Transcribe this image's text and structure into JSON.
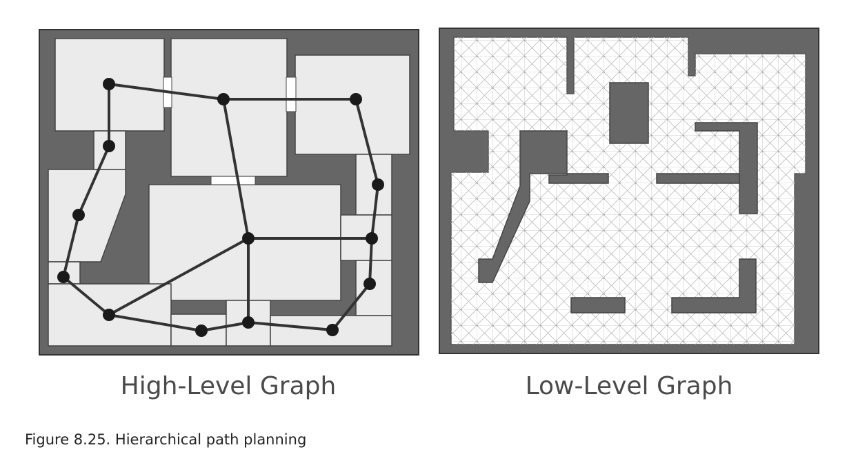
{
  "top_fragment": "",
  "panels": {
    "high": {
      "caption": "High-Level Graph"
    },
    "low": {
      "caption": "Low-Level Graph"
    }
  },
  "figure_caption": "Figure 8.25. Hierarchical path planning",
  "colors": {
    "wall": "#666666",
    "room": "#ebebeb",
    "outline": "#333333",
    "node": "#1a1a1a",
    "grid": "#bdbdbd"
  }
}
